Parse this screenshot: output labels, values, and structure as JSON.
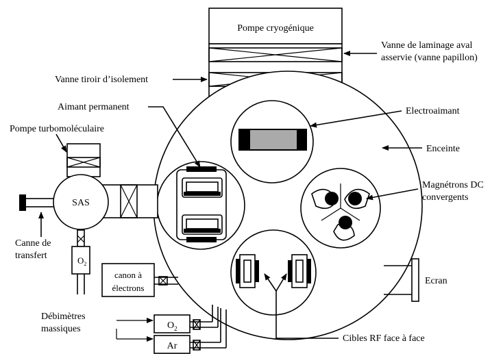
{
  "labels": {
    "pompe_cryogenique": "Pompe cryogénique",
    "vanne_laminage_1": "Vanne de laminage aval",
    "vanne_laminage_2": "asservie (vanne papillon)",
    "vanne_tiroir": "Vanne tiroir d’isolement",
    "aimant_permanent": "Aimant permanent",
    "electroaimant": "Electroaimant",
    "pompe_turbo": "Pompe turbomoléculaire",
    "enceinte": "Enceinte",
    "magnetrons_1": "Magnétrons DC",
    "magnetrons_2": "convergents",
    "sas": "SAS",
    "canne_1": "Canne de",
    "canne_2": "transfert",
    "o2_sas": "O",
    "o2_sas_sub": "2",
    "canon_1": "canon à",
    "canon_2": "électrons",
    "ecran": "Ecran",
    "debitmetres_1": "Débimètres",
    "debitmetres_2": "massiques",
    "o2_flow": "O",
    "o2_flow_sub": "2",
    "ar_flow": "Ar",
    "cibles_rf": "Cibles RF face à face"
  }
}
